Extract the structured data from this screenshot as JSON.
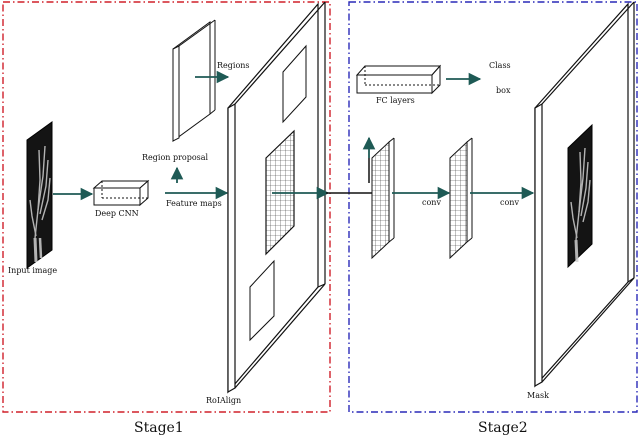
{
  "labels": {
    "input_image": "Input image",
    "deep_cnn": "Deep CNN",
    "regions": "Regions",
    "region_proposal": "Region proposal",
    "feature_maps": "Feature maps",
    "roi_align": "RoIAlign",
    "fc_layers": "FC layers",
    "class": "Class",
    "box": "box",
    "conv1": "conv",
    "conv2": "conv",
    "mask": "Mask"
  },
  "stages": {
    "stage1": "Stage1",
    "stage2": "Stage2"
  },
  "colors": {
    "stage1_border": "#d0202a",
    "stage2_border": "#2a2ab8",
    "arrow": "#1e5a55",
    "line": "#111111",
    "xray_dark": "#141414"
  }
}
